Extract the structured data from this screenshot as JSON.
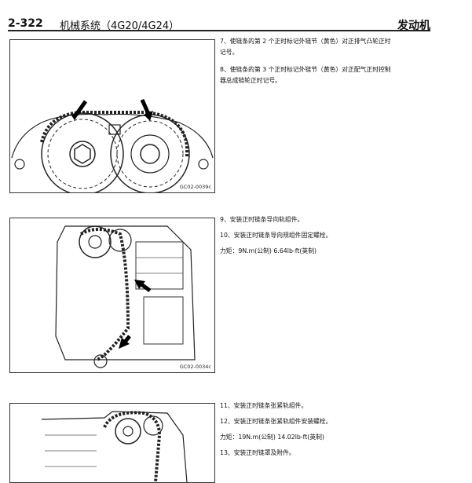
{
  "header": {
    "page_number": "2-322",
    "system_title": "机械系统（4G20/4G24）",
    "chapter": "发动机"
  },
  "figures": [
    {
      "code": "GC02-0039c"
    },
    {
      "code": "GC02-0034c"
    }
  ],
  "steps": [
    {
      "line1": "7、使链条的第 2 个正时标记外链节（黄色）对正排气凸轮正时",
      "line2": "记号。"
    },
    {
      "line1": "8、使链条的第 3 个正时标记外链节（黄色）对正配气正时控制",
      "line2": "器总成链轮正时记号。"
    },
    {
      "text": "9、安装正时链条导向轨组件。"
    },
    {
      "text": "10、安装正时链条导向规组件固定螺栓。"
    },
    {
      "text": "力矩：9N.m(公制) 6.64lb-ft(英制)"
    },
    {
      "text": "11、安装正时链条张紧轨组件。"
    },
    {
      "text": "12、安装正时链条张紧轨组件安装螺栓。"
    },
    {
      "text": "力矩：19N.m(公制) 14.02lb-ft(英制)"
    },
    {
      "text": "13、安装正时链罩及附件。"
    }
  ]
}
